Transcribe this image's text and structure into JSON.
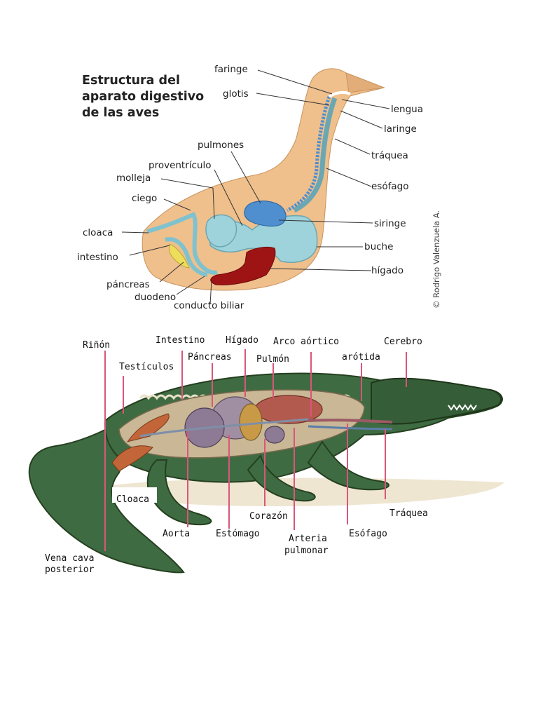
{
  "bird_diagram": {
    "title_lines": [
      "Estructura del",
      "aparato digestivo",
      "de las aves"
    ],
    "copyright": "© Rodrigo Valenzuela A.",
    "labels": {
      "faringe": "faringe",
      "glotis": "glotis",
      "lengua": "lengua",
      "laringe": "laringe",
      "traquea": "tráquea",
      "pulmones": "pulmones",
      "proventriculo": "proventrículo",
      "molleja": "molleja",
      "esofago": "esófago",
      "ciego": "ciego",
      "siringe": "siringe",
      "cloaca": "cloaca",
      "buche": "buche",
      "intestino": "intestino",
      "higado": "hígado",
      "pancreas": "páncreas",
      "duodeno": "duodeno",
      "conducto_biliar": "conducto biliar"
    }
  },
  "croc_diagram": {
    "labels": {
      "rinon": "Riñón",
      "intestino": "Intestino",
      "higado": "Hígado",
      "arco_aortico": "Arco aórtico",
      "cerebro": "Cerebro",
      "testiculos": "Testículos",
      "pancreas": "Páncreas",
      "pulmon": "Pulmón",
      "carotida": "arótida",
      "cloaca": "Cloaca",
      "corazon": "Corazón",
      "traquea": "Tráquea",
      "aorta": "Aorta",
      "estomago": "Estómago",
      "arteria_line1": "Arteria",
      "arteria_line2": "pulmonar",
      "esofago": "Esófago",
      "vena_line1": "Vena cava",
      "vena_line2": "posterior"
    }
  },
  "colors": {
    "body": "#efbf8c",
    "cavity": "#9fd3dc",
    "lung": "#4f8fcf",
    "liver": "#9e1414",
    "pancreas": "#eedd5a",
    "croc_skin": "#3f6b42",
    "croc_dark": "#24401f",
    "croc_belly": "#c9b796",
    "croc_liver": "#b35a4e",
    "croc_stomach": "#a08ea3",
    "label_line": "#d9567a"
  }
}
